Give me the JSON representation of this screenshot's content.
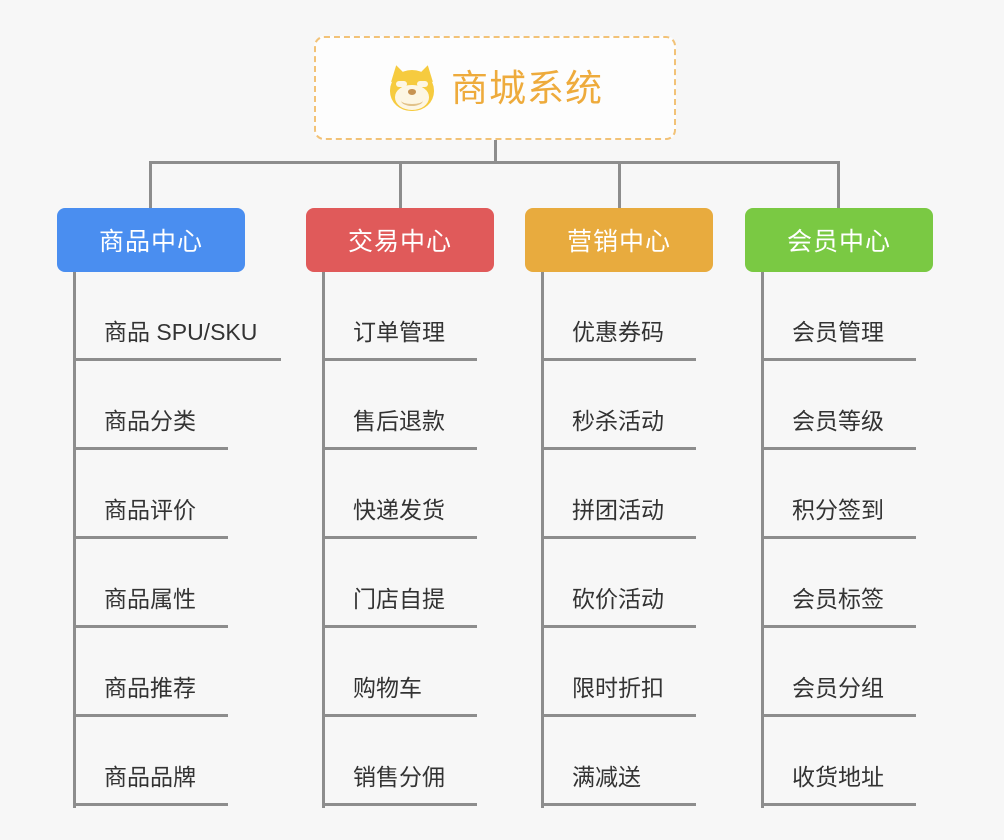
{
  "page": {
    "background_color": "#f7f7f7",
    "line_color": "#8d8d8d"
  },
  "root": {
    "title": "商城系统",
    "icon": "shiba-inu-face-icon",
    "border_color": "#f2c277",
    "text_color": "#eeab3c"
  },
  "branches": [
    {
      "title": "商品中心",
      "color": "#4a8ef0",
      "items": [
        "商品 SPU/SKU",
        "商品分类",
        "商品评价",
        "商品属性",
        "商品推荐",
        "商品品牌"
      ]
    },
    {
      "title": "交易中心",
      "color": "#e05a5a",
      "items": [
        "订单管理",
        "售后退款",
        "快递发货",
        "门店自提",
        "购物车",
        "销售分佣"
      ]
    },
    {
      "title": "营销中心",
      "color": "#e8ab3e",
      "items": [
        "优惠券码",
        "秒杀活动",
        "拼团活动",
        "砍价活动",
        "限时折扣",
        "满减送"
      ]
    },
    {
      "title": "会员中心",
      "color": "#7ac943",
      "items": [
        "会员管理",
        "会员等级",
        "积分签到",
        "会员标签",
        "会员分组",
        "收货地址"
      ]
    }
  ]
}
